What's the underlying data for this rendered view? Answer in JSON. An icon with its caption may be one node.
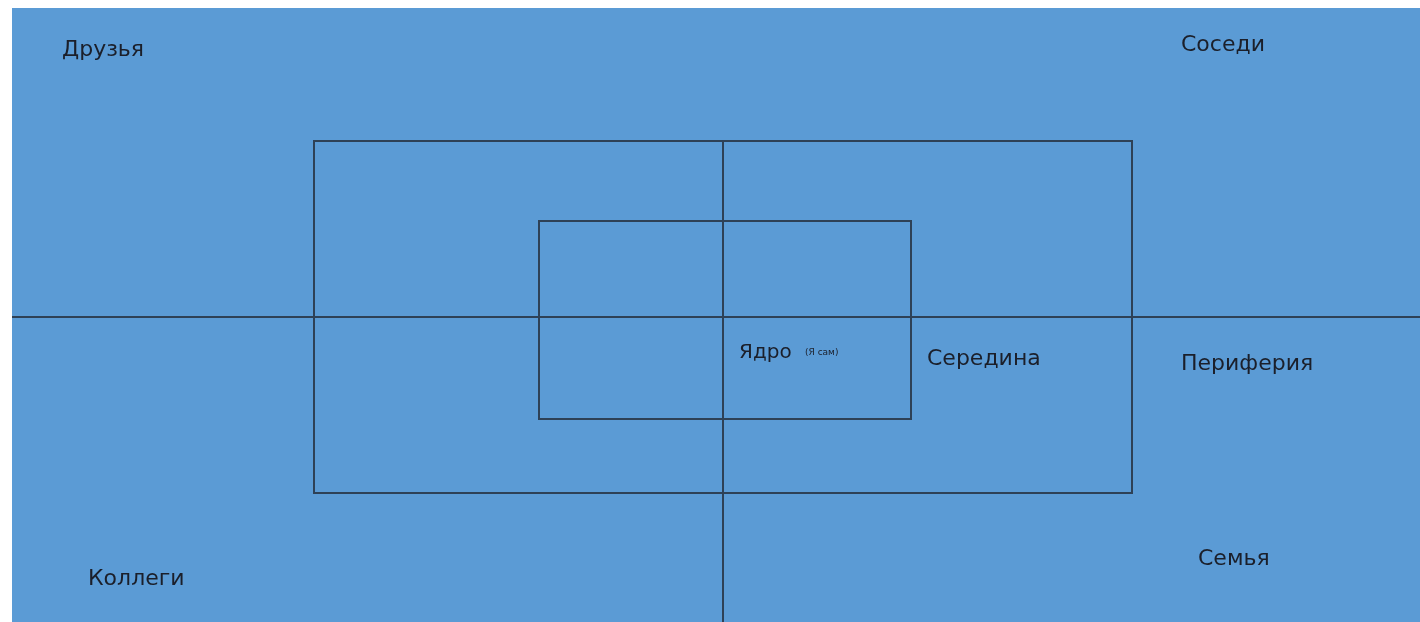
{
  "diagram": {
    "nodes": [
      {
        "text": [
          "Периферия"
        ]
      },
      {
        "text": [
          "Середина"
        ],
        "in": 0
      },
      {
        "text": [
          "Ядро",
          "(Я сам)"
        ],
        "in": 1
      }
    ],
    "labels": [
      "Друзья",
      "Соседи",
      "Коллеги",
      "Семья"
    ]
  }
}
